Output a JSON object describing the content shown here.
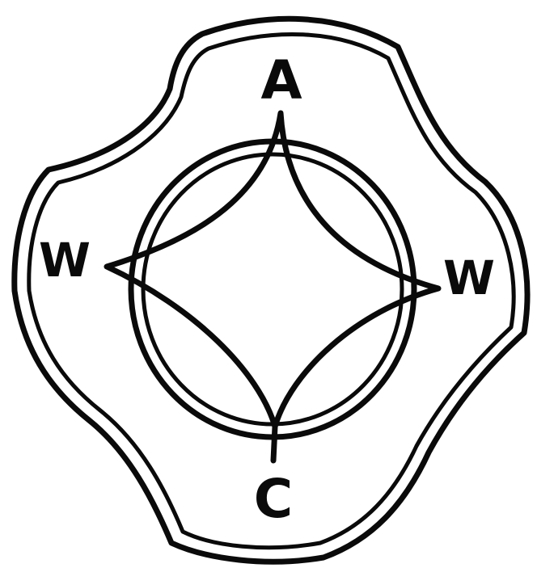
{
  "diagram": {
    "labels": {
      "top": "A",
      "left": "W",
      "right": "W",
      "bottom": "C"
    },
    "colors": {
      "ink": "#0a0a0a",
      "paper": "#ffffff"
    },
    "elements": [
      "outer-cross-outline",
      "inner-cross-outline",
      "central-circle-double-ring",
      "four-pointed-star"
    ]
  }
}
